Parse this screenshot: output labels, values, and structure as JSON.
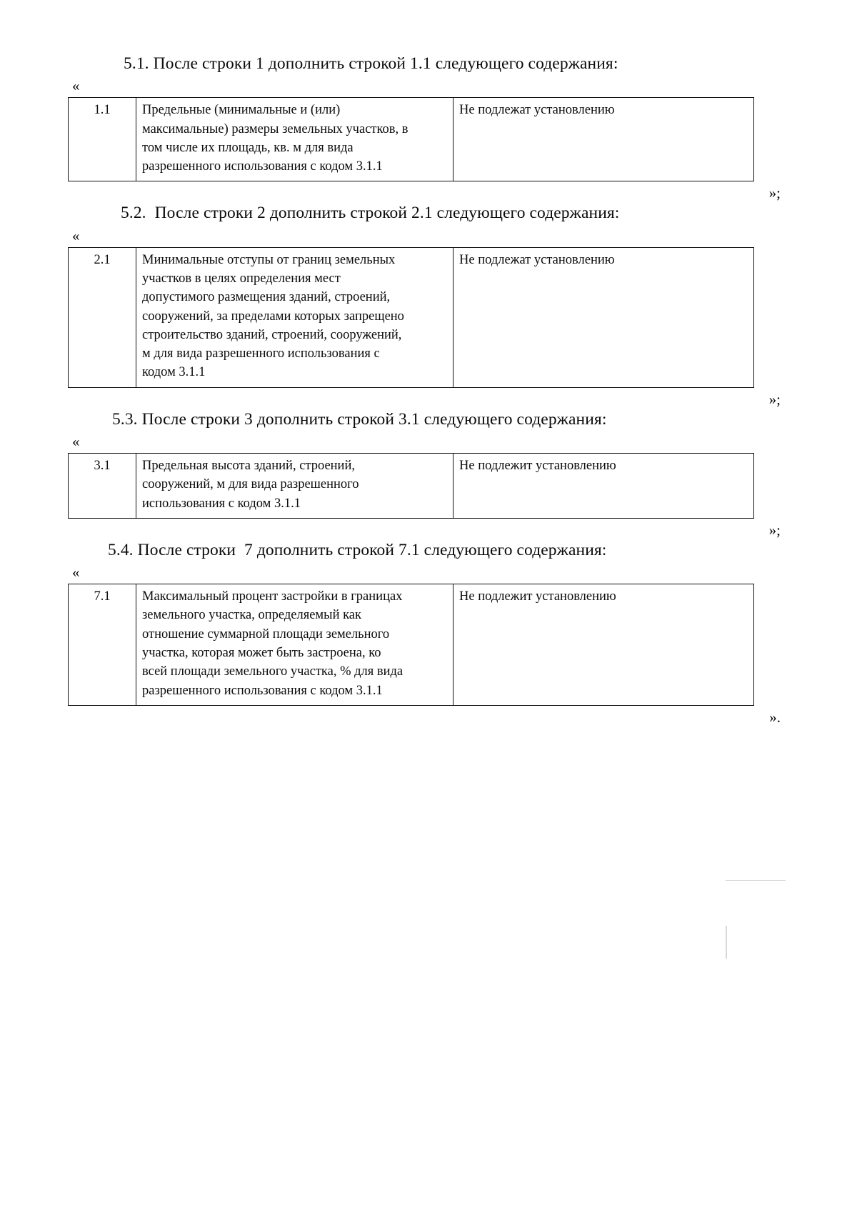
{
  "document": {
    "quote_open": "«",
    "quote_close_semicolon": "»;",
    "quote_close_period": "»."
  },
  "sections": [
    {
      "heading": "5.1. После строки 1 дополнить строкой 1.1 следующего содержания:",
      "row_number": "1.1",
      "description_lines": [
        "Предельные (минимальные и (или)",
        "максимальные) размеры земельных участков, в",
        "том числе их площадь, кв. м для вида",
        "разрешенного использования с кодом 3.1.1"
      ],
      "value": "Не подлежат установлению",
      "closing": "»;"
    },
    {
      "heading": "5.2.  После строки 2 дополнить строкой 2.1 следующего содержания:",
      "row_number": "2.1",
      "description_lines": [
        "Минимальные отступы от границ земельных",
        "участков в целях определения мест",
        "допустимого размещения зданий, строений,",
        "сооружений, за пределами которых запрещено",
        "строительство зданий, строений, сооружений,",
        "м для вида разрешенного использования с",
        "кодом 3.1.1"
      ],
      "value": "Не подлежат установлению",
      "closing": "»;"
    },
    {
      "heading": "5.3. После строки 3 дополнить строкой 3.1 следующего содержания:",
      "row_number": "3.1",
      "description_lines": [
        "Предельная высота зданий, строений,",
        "сооружений, м для вида разрешенного",
        "использования с кодом 3.1.1"
      ],
      "value": "Не подлежит установлению",
      "closing": "»;"
    },
    {
      "heading": "5.4. После строки  7 дополнить строкой 7.1 следующего содержания:",
      "row_number": "7.1",
      "description_lines": [
        "Максимальный процент застройки в границах",
        "земельного участка, определяемый как",
        "отношение суммарной площади земельного",
        "участка, которая может быть застроена, ко",
        "всей площади земельного участка, % для вида",
        "разрешенного использования с кодом 3.1.1"
      ],
      "value": "Не подлежит установлению",
      "closing": "»."
    }
  ]
}
